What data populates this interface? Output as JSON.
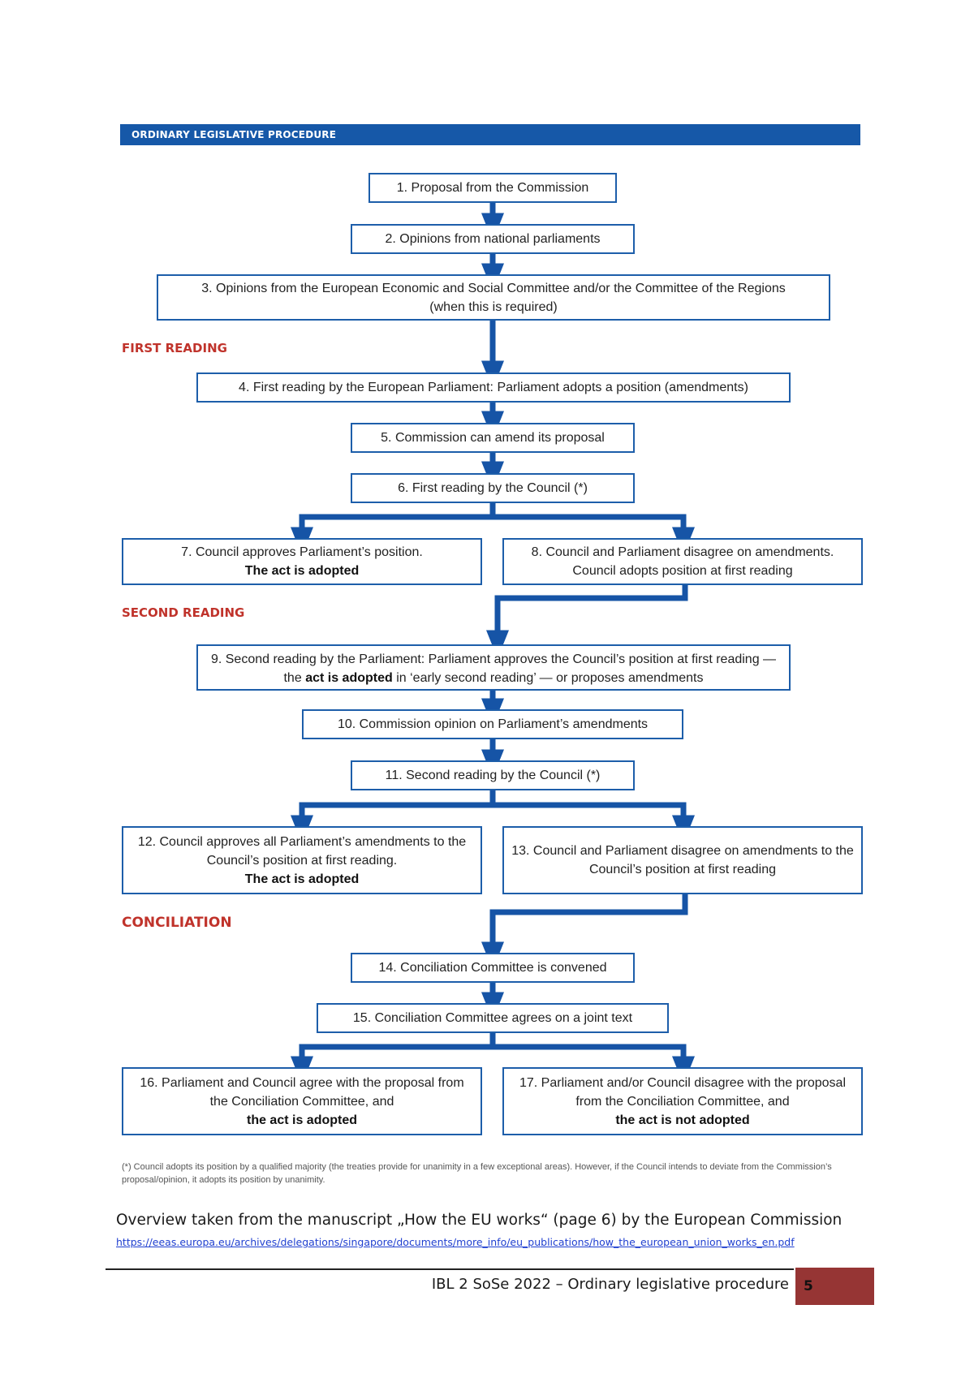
{
  "header": {
    "title": "ORDINARY LEGISLATIVE PROCEDURE",
    "color": "#1658a8"
  },
  "sections": {
    "first_reading": "FIRST READING",
    "second_reading": "SECOND READING",
    "conciliation": "CONCILIATION"
  },
  "steps": [
    {
      "label": "1. Proposal from the Commission"
    },
    {
      "label": "2. Opinions from national parliaments"
    },
    {
      "label": "3. Opinions from the European Economic and Social Committee and/or the Committee of the Regions",
      "sub": "(when this is required)"
    },
    {
      "label": "4. First reading by the European Parliament: Parliament adopts a position (amendments)"
    },
    {
      "label": "5. Commission can amend its proposal"
    },
    {
      "label": "6. First reading by the Council (*)"
    },
    {
      "label": "7. Council approves Parliament’s position.",
      "bold": "The act is adopted"
    },
    {
      "label": "8. Council and Parliament disagree on amendments.",
      "sub": "Council adopts position at first reading"
    },
    {
      "pre": "9. Second reading by the Parliament: Parliament approves the Council’s position at first reading — the",
      "bold": "act is adopted",
      "post": "in ‘early second reading’ — or proposes amendments"
    },
    {
      "label": "10. Commission opinion on Parliament’s amendments"
    },
    {
      "label": "11. Second reading by the Council (*)"
    },
    {
      "label": "12. Council approves all Parliament’s amendments to the Council’s position at first reading.",
      "bold": "The act is adopted"
    },
    {
      "label": "13. Council and Parliament disagree on amendments to the Council’s position at first reading"
    },
    {
      "label": "14. Conciliation Committee is convened"
    },
    {
      "label": "15. Conciliation Committee agrees on a joint text"
    },
    {
      "label": "16. Parliament and Council agree with the proposal from the Conciliation Committee, and",
      "bold": "the act is adopted"
    },
    {
      "label": "17. Parliament and/or Council disagree with the proposal from the Conciliation Committee, and",
      "bold": "the act is not adopted"
    }
  ],
  "footnote": "(*) Council adopts its position by a qualified majority (the treaties provide for unanimity in a few exceptional areas). However, if the Council intends to deviate from the Commission’s proposal/opinion, it adopts its position by unanimity.",
  "caption": "Overview taken from the manuscript „How the EU works“ (page 6) by the European Commission",
  "source_url": "https://eeas.europa.eu/archives/delegations/singapore/documents/more_info/eu_publications/how_the_european_union_works_en.pdf",
  "footer": {
    "text": "IBL 2 SoSe 2022 – Ordinary legislative procedure",
    "page": "5",
    "page_color": "#963534"
  }
}
